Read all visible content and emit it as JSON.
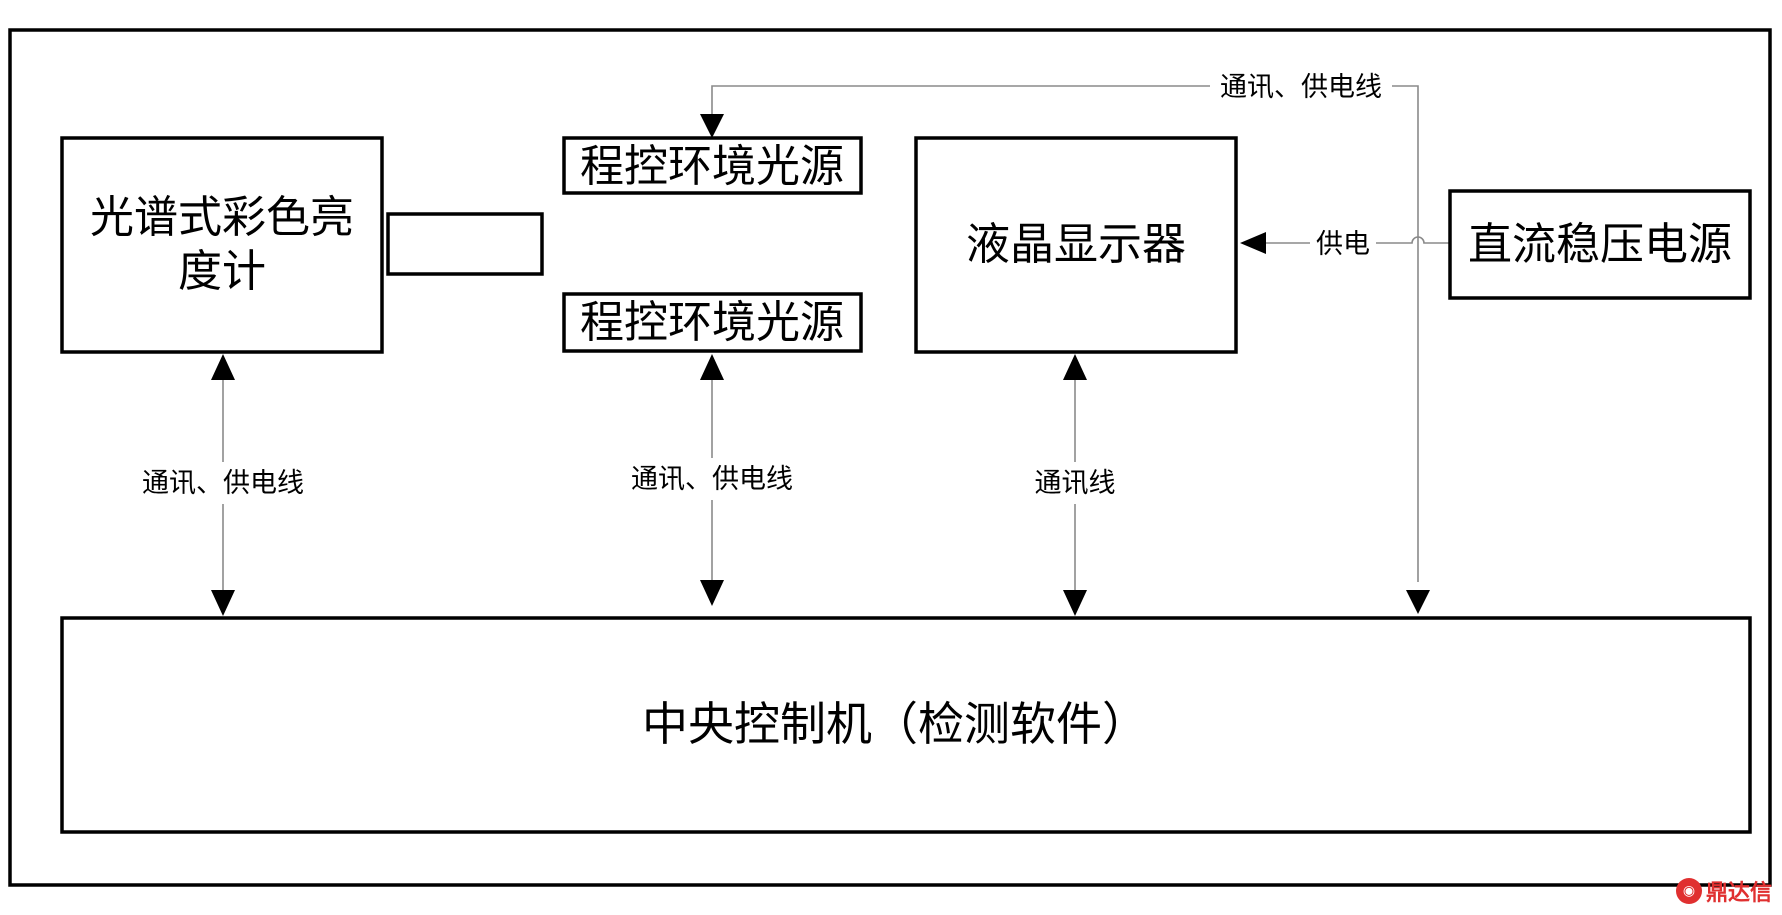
{
  "blocks": {
    "spectro_line1": "光谱式彩色亮",
    "spectro_line2": "度计",
    "light_source_top": "程控环境光源",
    "light_source_bottom": "程控环境光源",
    "lcd": "液晶显示器",
    "dc_supply": "直流稳压电源",
    "central": "中央控制机（检测软件）"
  },
  "connections": {
    "top_run": "通讯、供电线",
    "lcd_supply": "供电",
    "spectro_link": "通讯、供电线",
    "light_link": "通讯、供电线",
    "lcd_link": "通讯线"
  },
  "colors": {
    "line": "#000000",
    "wire": "#8a8a8a",
    "watermark": "#e03030"
  },
  "watermark": {
    "text": "鼎达信",
    "icon": "logo-icon"
  }
}
